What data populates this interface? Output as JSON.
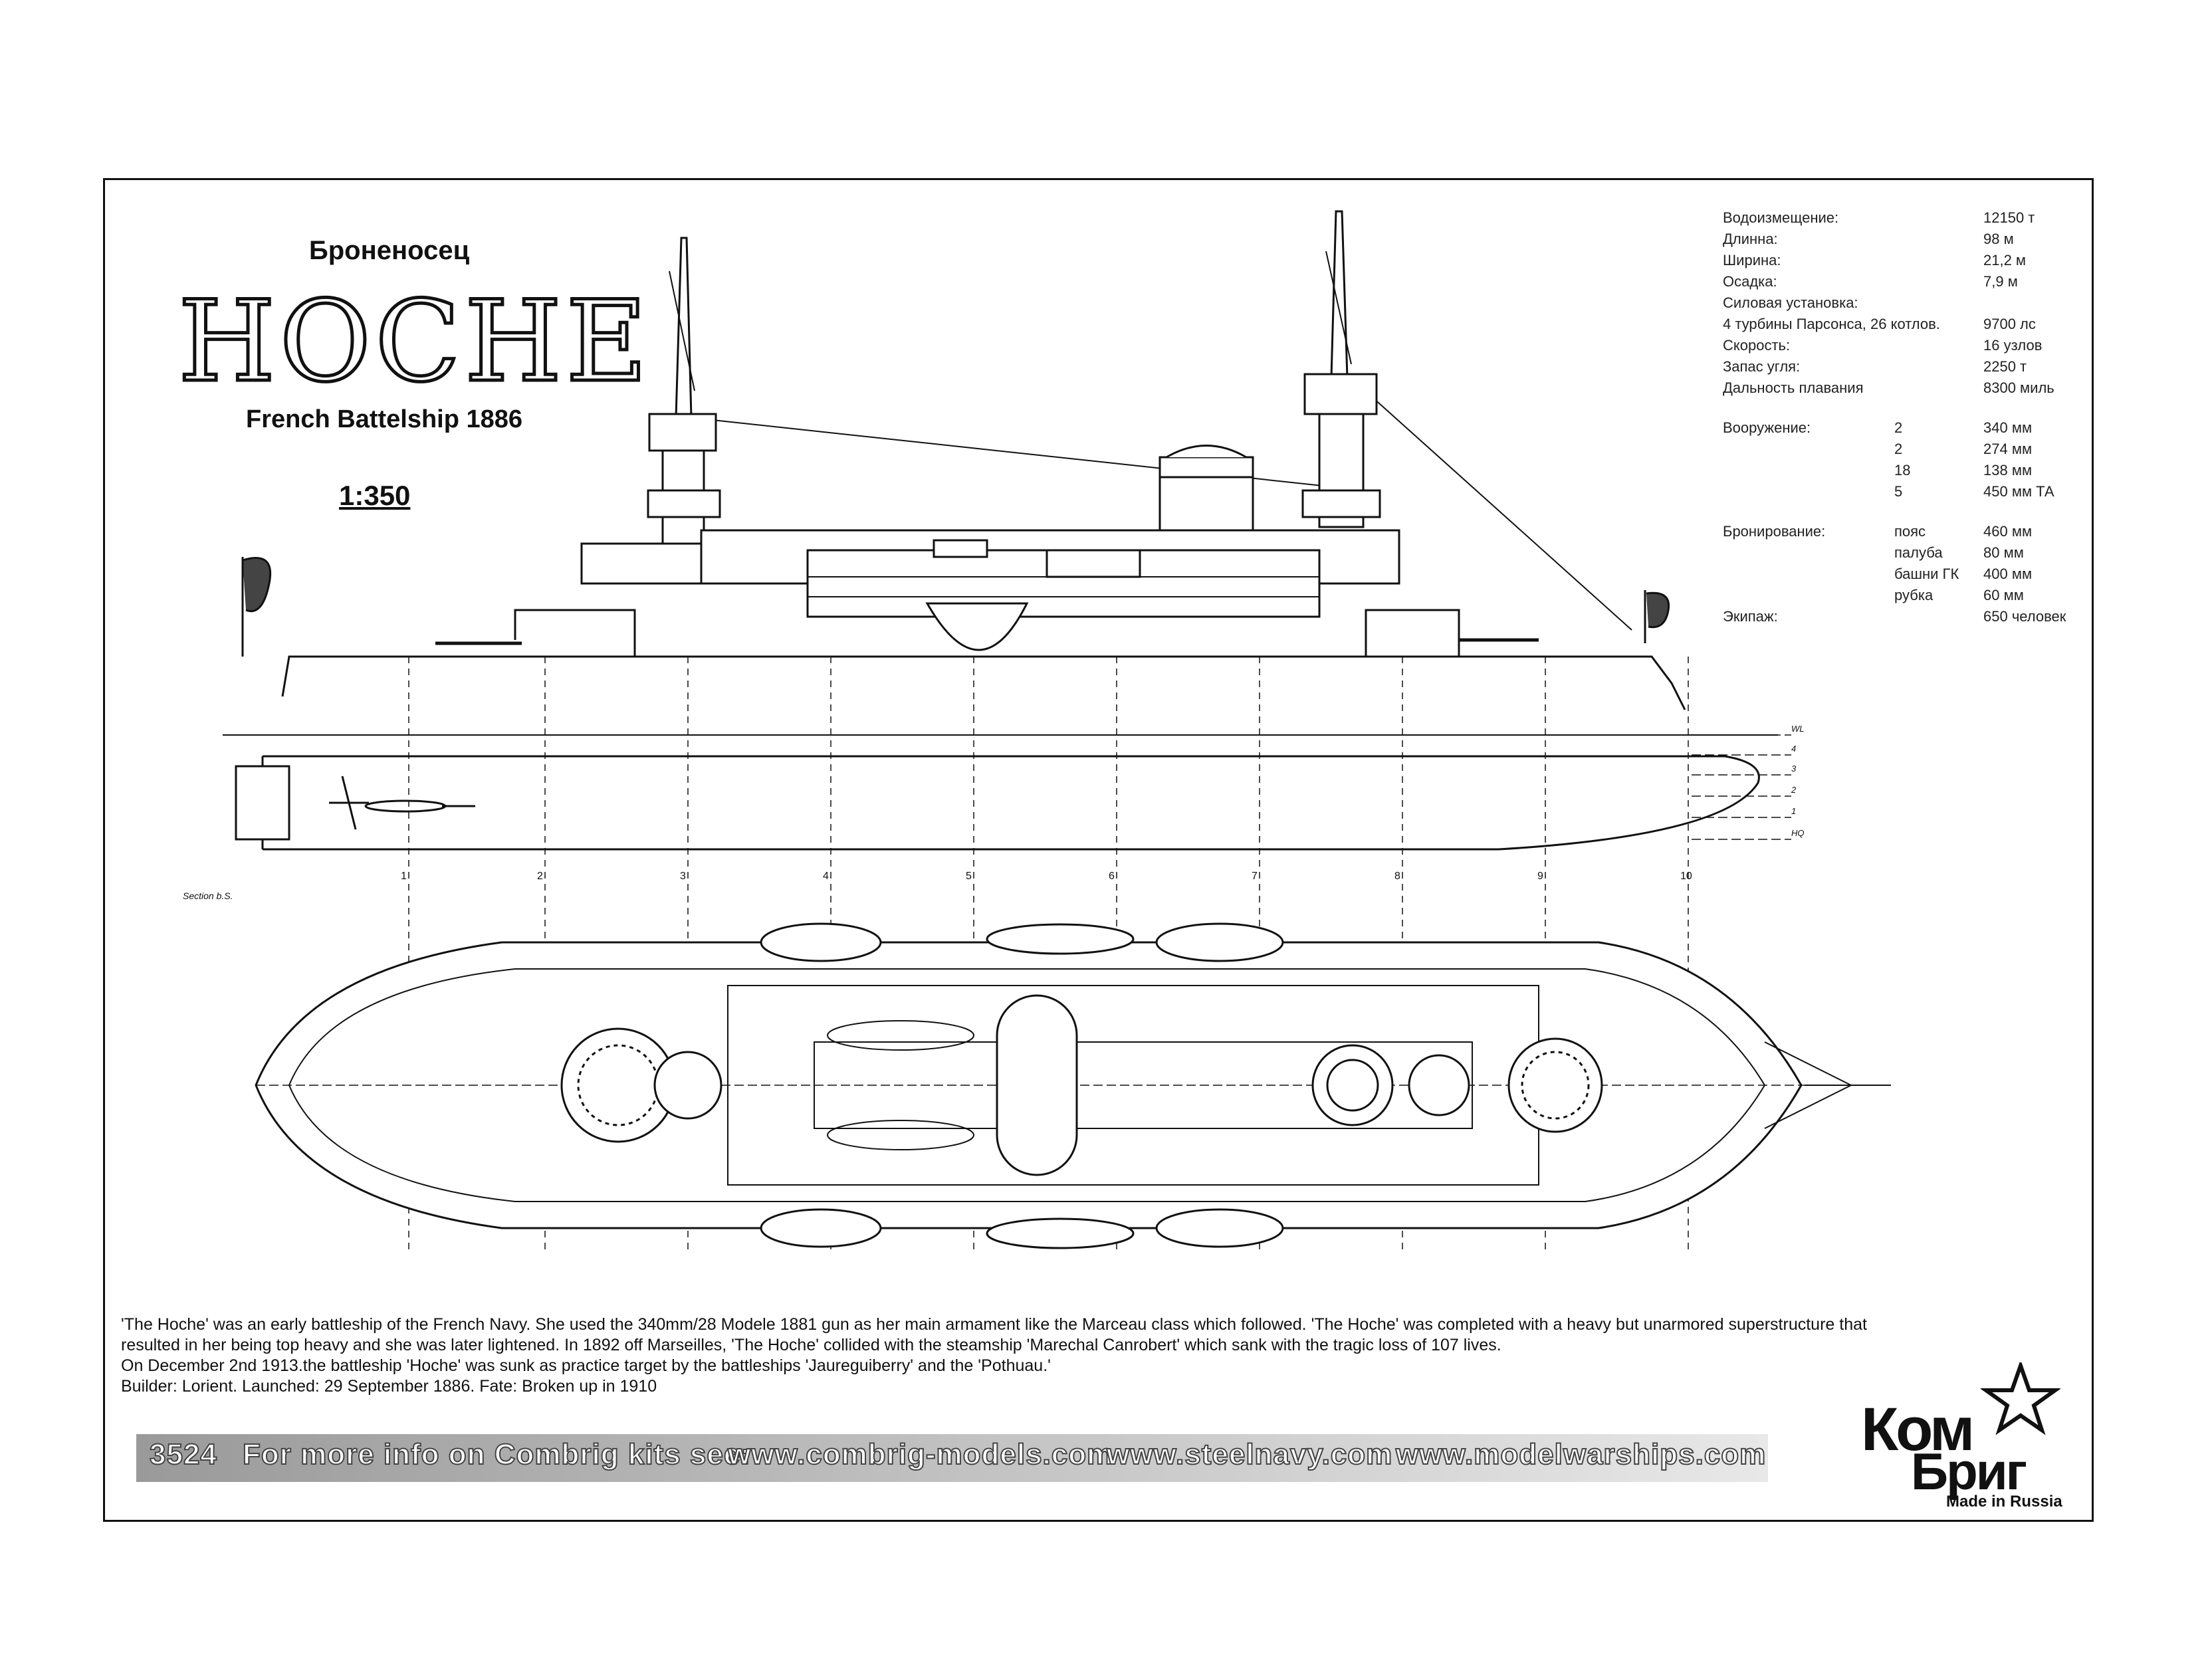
{
  "header": {
    "subtitle": "Броненосец",
    "ship_name": "HOCHE",
    "tagline": "French Battelship 1886",
    "scale": "1:350"
  },
  "specs": {
    "main": [
      {
        "label": "Водоизмещение:",
        "value": "12150 т"
      },
      {
        "label": "Длинна:",
        "value": "98 м"
      },
      {
        "label": "Ширина:",
        "value": "21,2 м"
      },
      {
        "label": "Осадка:",
        "value": "7,9 м"
      },
      {
        "label": "Силовая установка:",
        "value": ""
      },
      {
        "label": "4 турбины Парсонса, 26 котлов.",
        "value": "9700 лс"
      },
      {
        "label": "Скорость:",
        "value": "16 узлов"
      },
      {
        "label": "Запас угля:",
        "value": "2250 т"
      },
      {
        "label": "Дальность плавания",
        "value": "8300 миль"
      }
    ],
    "armament_label": "Вооружение:",
    "armament": [
      {
        "qty": "2",
        "value": "340 мм"
      },
      {
        "qty": "2",
        "value": "274 мм"
      },
      {
        "qty": "18",
        "value": "138 мм"
      },
      {
        "qty": "5",
        "value": "450 мм ТА"
      }
    ],
    "armor_label": "Бронирование:",
    "armor": [
      {
        "part": "пояс",
        "value": "460 мм"
      },
      {
        "part": "палуба",
        "value": "80 мм"
      },
      {
        "part": "башни ГК",
        "value": "400 мм"
      },
      {
        "part": "рубка",
        "value": "60 мм"
      }
    ],
    "crew_label": "Экипаж:",
    "crew_value": "650 человек"
  },
  "drawing": {
    "section_label": "Section b.S.",
    "frame_numbers": [
      "1",
      "2",
      "3",
      "4",
      "5",
      "6",
      "7",
      "8",
      "9",
      "10"
    ],
    "waterline_labels": [
      "WL",
      "4",
      "3",
      "2",
      "1",
      "HQ"
    ]
  },
  "description": {
    "paragraphs": [
      "'The Hoche' was an early battleship of the French Navy. She used the 340mm/28 Modele 1881 gun as her main armament like the Marceau class which followed. 'The Hoche' was completed with a heavy but unarmored superstructure that resulted in her being top heavy and she was later lightened. In 1892 off Marseilles, 'The Hoche' collided with the steamship 'Marechal Canrobert' which sank with the tragic loss of 107 lives.",
      "On December 2nd 1913.the battleship 'Hoche' was sunk as practice target by the battleships 'Jaureguiberry' and the 'Pothuau.'",
      "Builder: Lorient. Launched: 29 September 1886. Fate: Broken up in 1910"
    ]
  },
  "banner": {
    "kit_number": "3524",
    "info_text": "For more info on Combrig kits see:",
    "links": [
      "www.combrig-models.com",
      "www.steelnavy.com",
      "www.modelwarships.com"
    ]
  },
  "logo": {
    "line1": "Ком",
    "line2": "Бриг",
    "made_in": "Made in Russia"
  }
}
